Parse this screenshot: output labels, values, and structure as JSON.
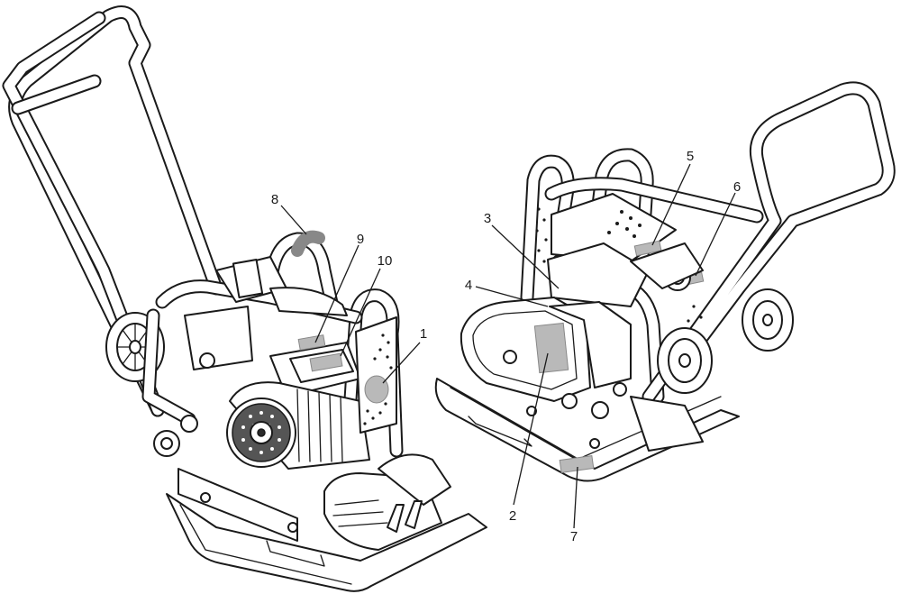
{
  "callouts": [
    {
      "id": "1",
      "text": "1"
    },
    {
      "id": "2",
      "text": "2"
    },
    {
      "id": "3",
      "text": "3"
    },
    {
      "id": "4",
      "text": "4"
    },
    {
      "id": "5",
      "text": "5"
    },
    {
      "id": "6",
      "text": "6"
    },
    {
      "id": "7",
      "text": "7"
    },
    {
      "id": "8",
      "text": "8"
    },
    {
      "id": "9",
      "text": "9"
    },
    {
      "id": "10",
      "text": "10"
    }
  ],
  "colors": {
    "line": "#1a1a1a",
    "label_area": "#b9b9b9",
    "background": "#ffffff"
  }
}
